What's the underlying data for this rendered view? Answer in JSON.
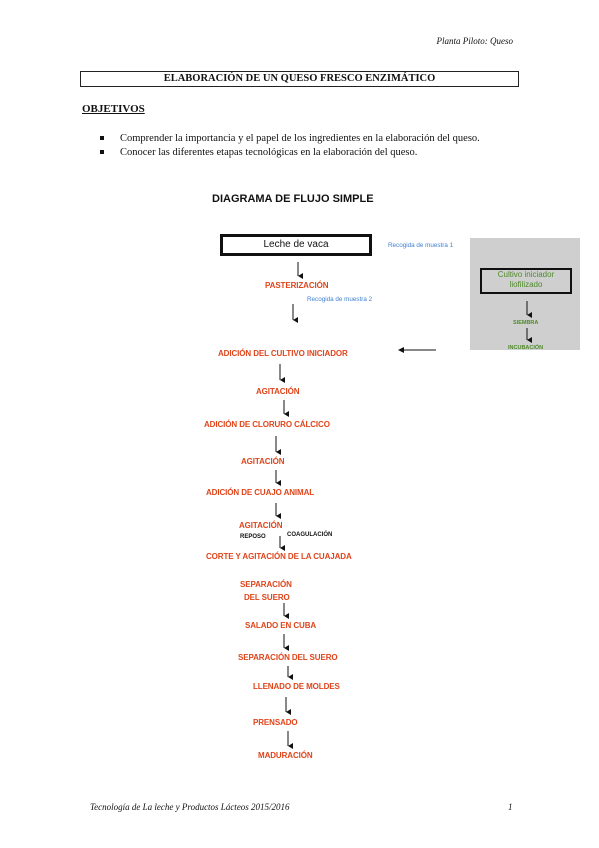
{
  "header": {
    "running_title": "Planta Piloto: Queso"
  },
  "title": "ELABORACIÓN DE UN QUESO FRESCO ENZIMÁTICO",
  "objectives": {
    "heading": "OBJETIVOS",
    "items": [
      "Comprender la importancia y el papel de los ingredientes en la elaboración del queso.",
      "Conocer las diferentes etapas tecnológicas en la elaboración del queso."
    ]
  },
  "diagram": {
    "title": "DIAGRAMA DE FLUJO SIMPLE",
    "start": "Leche de vaca",
    "sample_1": "Recogida de muestra 1",
    "sample_2": "Recogida de muestra 2",
    "steps": [
      "PASTERIZACIÓN",
      "ADICIÓN DEL CULTIVO INICIADOR",
      "AGITACIÓN",
      "ADICIÓN DE CLORURO CÁLCICO",
      "AGITACIÓN",
      "ADICIÓN DE CUAJO ANIMAL",
      "AGITACIÓN",
      "CORTE Y AGITACIÓN DE LA CUAJADA",
      "SEPARACIÓN",
      "DEL SUERO",
      "SALADO EN CUBA",
      "SEPARACIÓN DEL SUERO",
      "LLENADO DE MOLDES",
      "PRENSADO",
      "MADURACIÓN"
    ],
    "reposo": "REPOSO",
    "coagulacion": "COAGULACIÓN",
    "side_panel": {
      "box_line1": "Cultivo iniciador",
      "box_line2": "liofilizado",
      "step1": "SIEMBRA",
      "step2": "INCUBACIÓN"
    },
    "colors": {
      "step": "#e0441a",
      "note": "#3f7fd0",
      "panel_bg": "#cfcfcf",
      "panel_text": "#4e8a2a"
    }
  },
  "footer": {
    "text": "Tecnología de La leche y Productos Lácteos 2015/2016",
    "page": "1"
  }
}
